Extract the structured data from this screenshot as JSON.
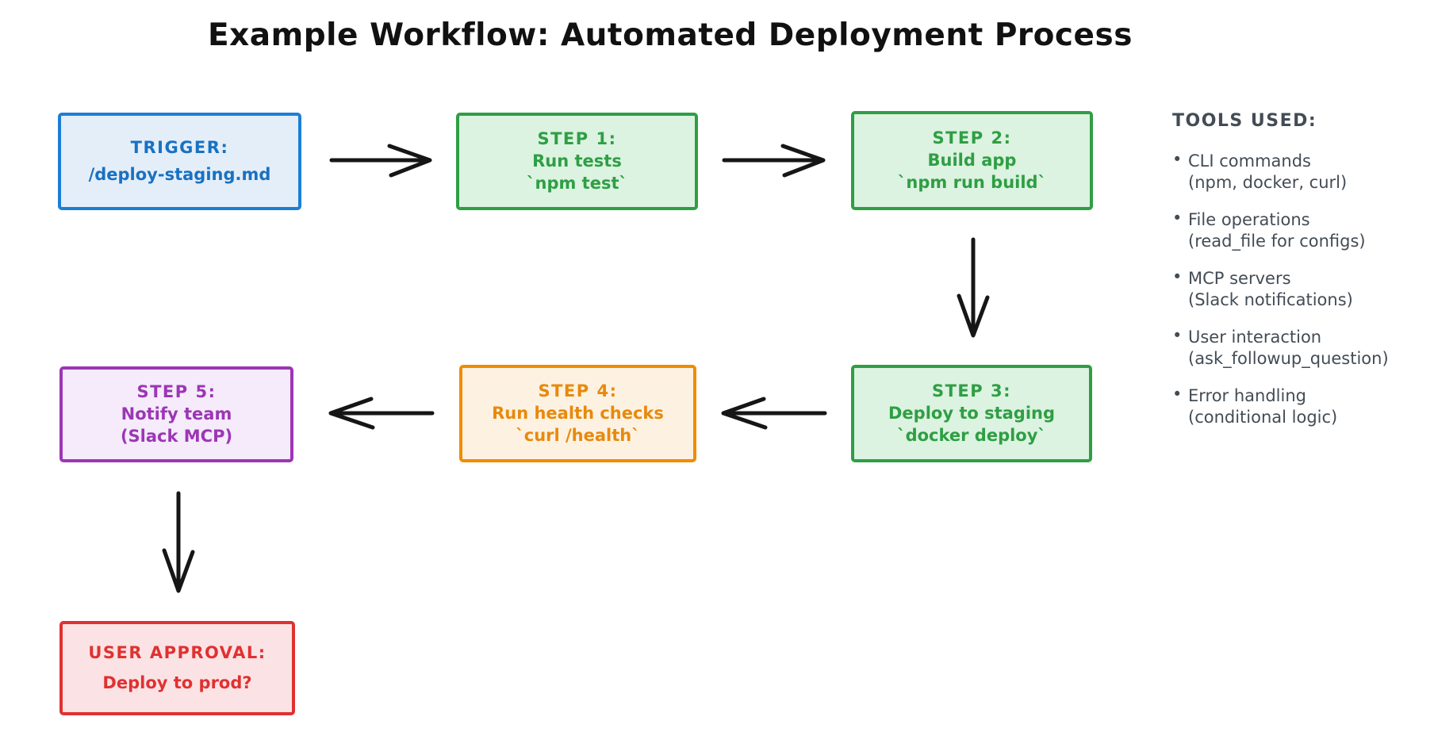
{
  "title": "Example Workflow: Automated Deployment Process",
  "workflow": {
    "boxes": {
      "trigger": {
        "line1": "TRIGGER:",
        "line2": "/deploy-staging.md",
        "stroke": "#1c7ed6",
        "fill": "#e4eef9",
        "text_color": "#1971c2"
      },
      "step1": {
        "line1": "STEP 1:",
        "line2": "Run tests",
        "line3": "`npm test`",
        "stroke": "#2f9e44",
        "fill": "#dbf3e0",
        "text_color": "#2f9e44"
      },
      "step2": {
        "line1": "STEP 2:",
        "line2": "Build app",
        "line3": "`npm run build`",
        "stroke": "#2f9e44",
        "fill": "#dbf3e0",
        "text_color": "#2f9e44"
      },
      "step3": {
        "line1": "STEP 3:",
        "line2": "Deploy to staging",
        "line3": "`docker deploy`",
        "stroke": "#2f9e44",
        "fill": "#dbf3e0",
        "text_color": "#2f9e44"
      },
      "step4": {
        "line1": "STEP 4:",
        "line2": "Run health checks",
        "line3": "`curl /health`",
        "stroke": "#f08c00",
        "fill": "#fdf2e2",
        "text_color": "#e8890c"
      },
      "step5": {
        "line1": "STEP 5:",
        "line2": "Notify team",
        "line3": "(Slack MCP)",
        "stroke": "#9c36b5",
        "fill": "#f5ebfb",
        "text_color": "#9c36b5"
      },
      "approval": {
        "line1": "USER APPROVAL:",
        "line2": "Deploy to prod?",
        "stroke": "#e03131",
        "fill": "#fbe2e4",
        "text_color": "#e03131"
      }
    },
    "edges": [
      {
        "from": "trigger",
        "to": "step1",
        "direction": "right"
      },
      {
        "from": "step1",
        "to": "step2",
        "direction": "right"
      },
      {
        "from": "step2",
        "to": "step3",
        "direction": "down"
      },
      {
        "from": "step3",
        "to": "step4",
        "direction": "left"
      },
      {
        "from": "step4",
        "to": "step5",
        "direction": "left"
      },
      {
        "from": "step5",
        "to": "approval",
        "direction": "down"
      }
    ]
  },
  "tools_panel": {
    "heading": "TOOLS USED:",
    "bullet": "•",
    "items": [
      {
        "name": "CLI commands",
        "detail": "(npm, docker, curl)"
      },
      {
        "name": "File operations",
        "detail": "(read_file for configs)"
      },
      {
        "name": "MCP servers",
        "detail": "(Slack notifications)"
      },
      {
        "name": "User interaction",
        "detail": "(ask_followup_question)"
      },
      {
        "name": "Error handling",
        "detail": "(conditional logic)"
      }
    ]
  },
  "colors": {
    "background": "#ffffff",
    "arrow": "#161616",
    "tools_text": "#434c55"
  }
}
